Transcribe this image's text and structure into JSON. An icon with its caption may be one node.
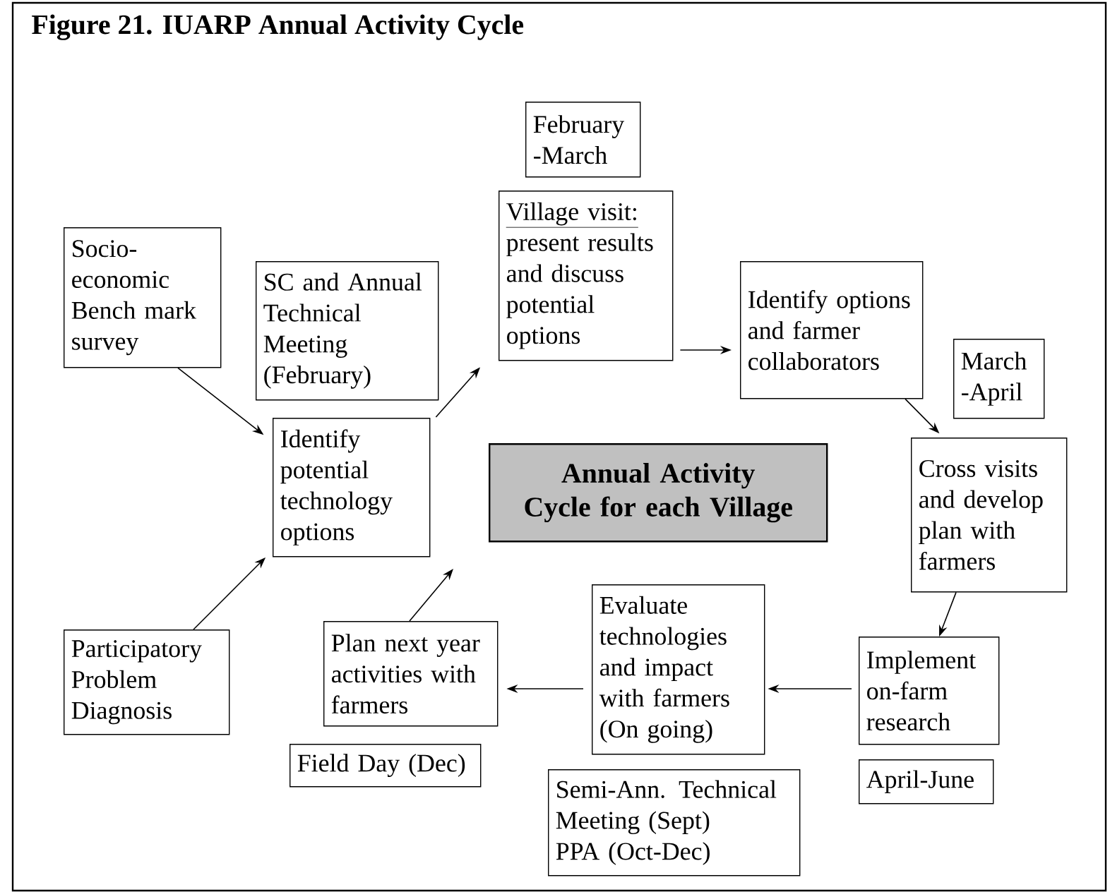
{
  "diagram": {
    "title": "Figure 21.  IUARP Annual Activity Cycle",
    "nodes": [
      {
        "text": [
          "Socio-economic Bench mark survey"
        ]
      },
      {
        "text": [
          "SC and Annual Technical Meeting (February)"
        ]
      },
      {
        "text": [
          "February -March"
        ]
      },
      {
        "text": [
          "Village visit:",
          "present results and discuss potential options"
        ]
      },
      {
        "text": [
          "Identify options and farmer collaborators"
        ]
      },
      {
        "text": [
          "March -April"
        ]
      },
      {
        "text": [
          "Identify potential technology options"
        ]
      },
      {
        "text": [
          "Annual Activity Cycle for each Village"
        ]
      },
      {
        "text": [
          "Cross visits and develop plan with farmers"
        ]
      },
      {
        "text": [
          "Participatory Problem Diagnosis"
        ]
      },
      {
        "text": [
          "Plan next year activities with farmers"
        ]
      },
      {
        "text": [
          "Field Day (Dec)"
        ]
      },
      {
        "text": [
          "Evaluate technologies and impact with farmers (On going)"
        ]
      },
      {
        "text": [
          "Implement on-farm research"
        ]
      },
      {
        "text": [
          "April-June"
        ]
      },
      {
        "text": [
          "Semi-Ann. Technical Meeting (Sept)",
          "PPA (Oct-Dec)"
        ]
      }
    ],
    "edges": [
      {
        "from": 0,
        "to": 6,
        "arrow": "to"
      },
      {
        "from": 6,
        "to": 3,
        "arrow": "to"
      },
      {
        "from": 3,
        "to": 4,
        "arrow": "to"
      },
      {
        "from": 4,
        "to": 8,
        "arrow": "to"
      },
      {
        "from": 8,
        "to": 13,
        "arrow": "to"
      },
      {
        "from": 13,
        "to": 12,
        "arrow": "to"
      },
      {
        "from": 12,
        "to": 10,
        "arrow": "to"
      },
      {
        "from": 10,
        "to": null,
        "arrow": "to"
      },
      {
        "from": 9,
        "to": 6,
        "arrow": "to"
      }
    ]
  }
}
